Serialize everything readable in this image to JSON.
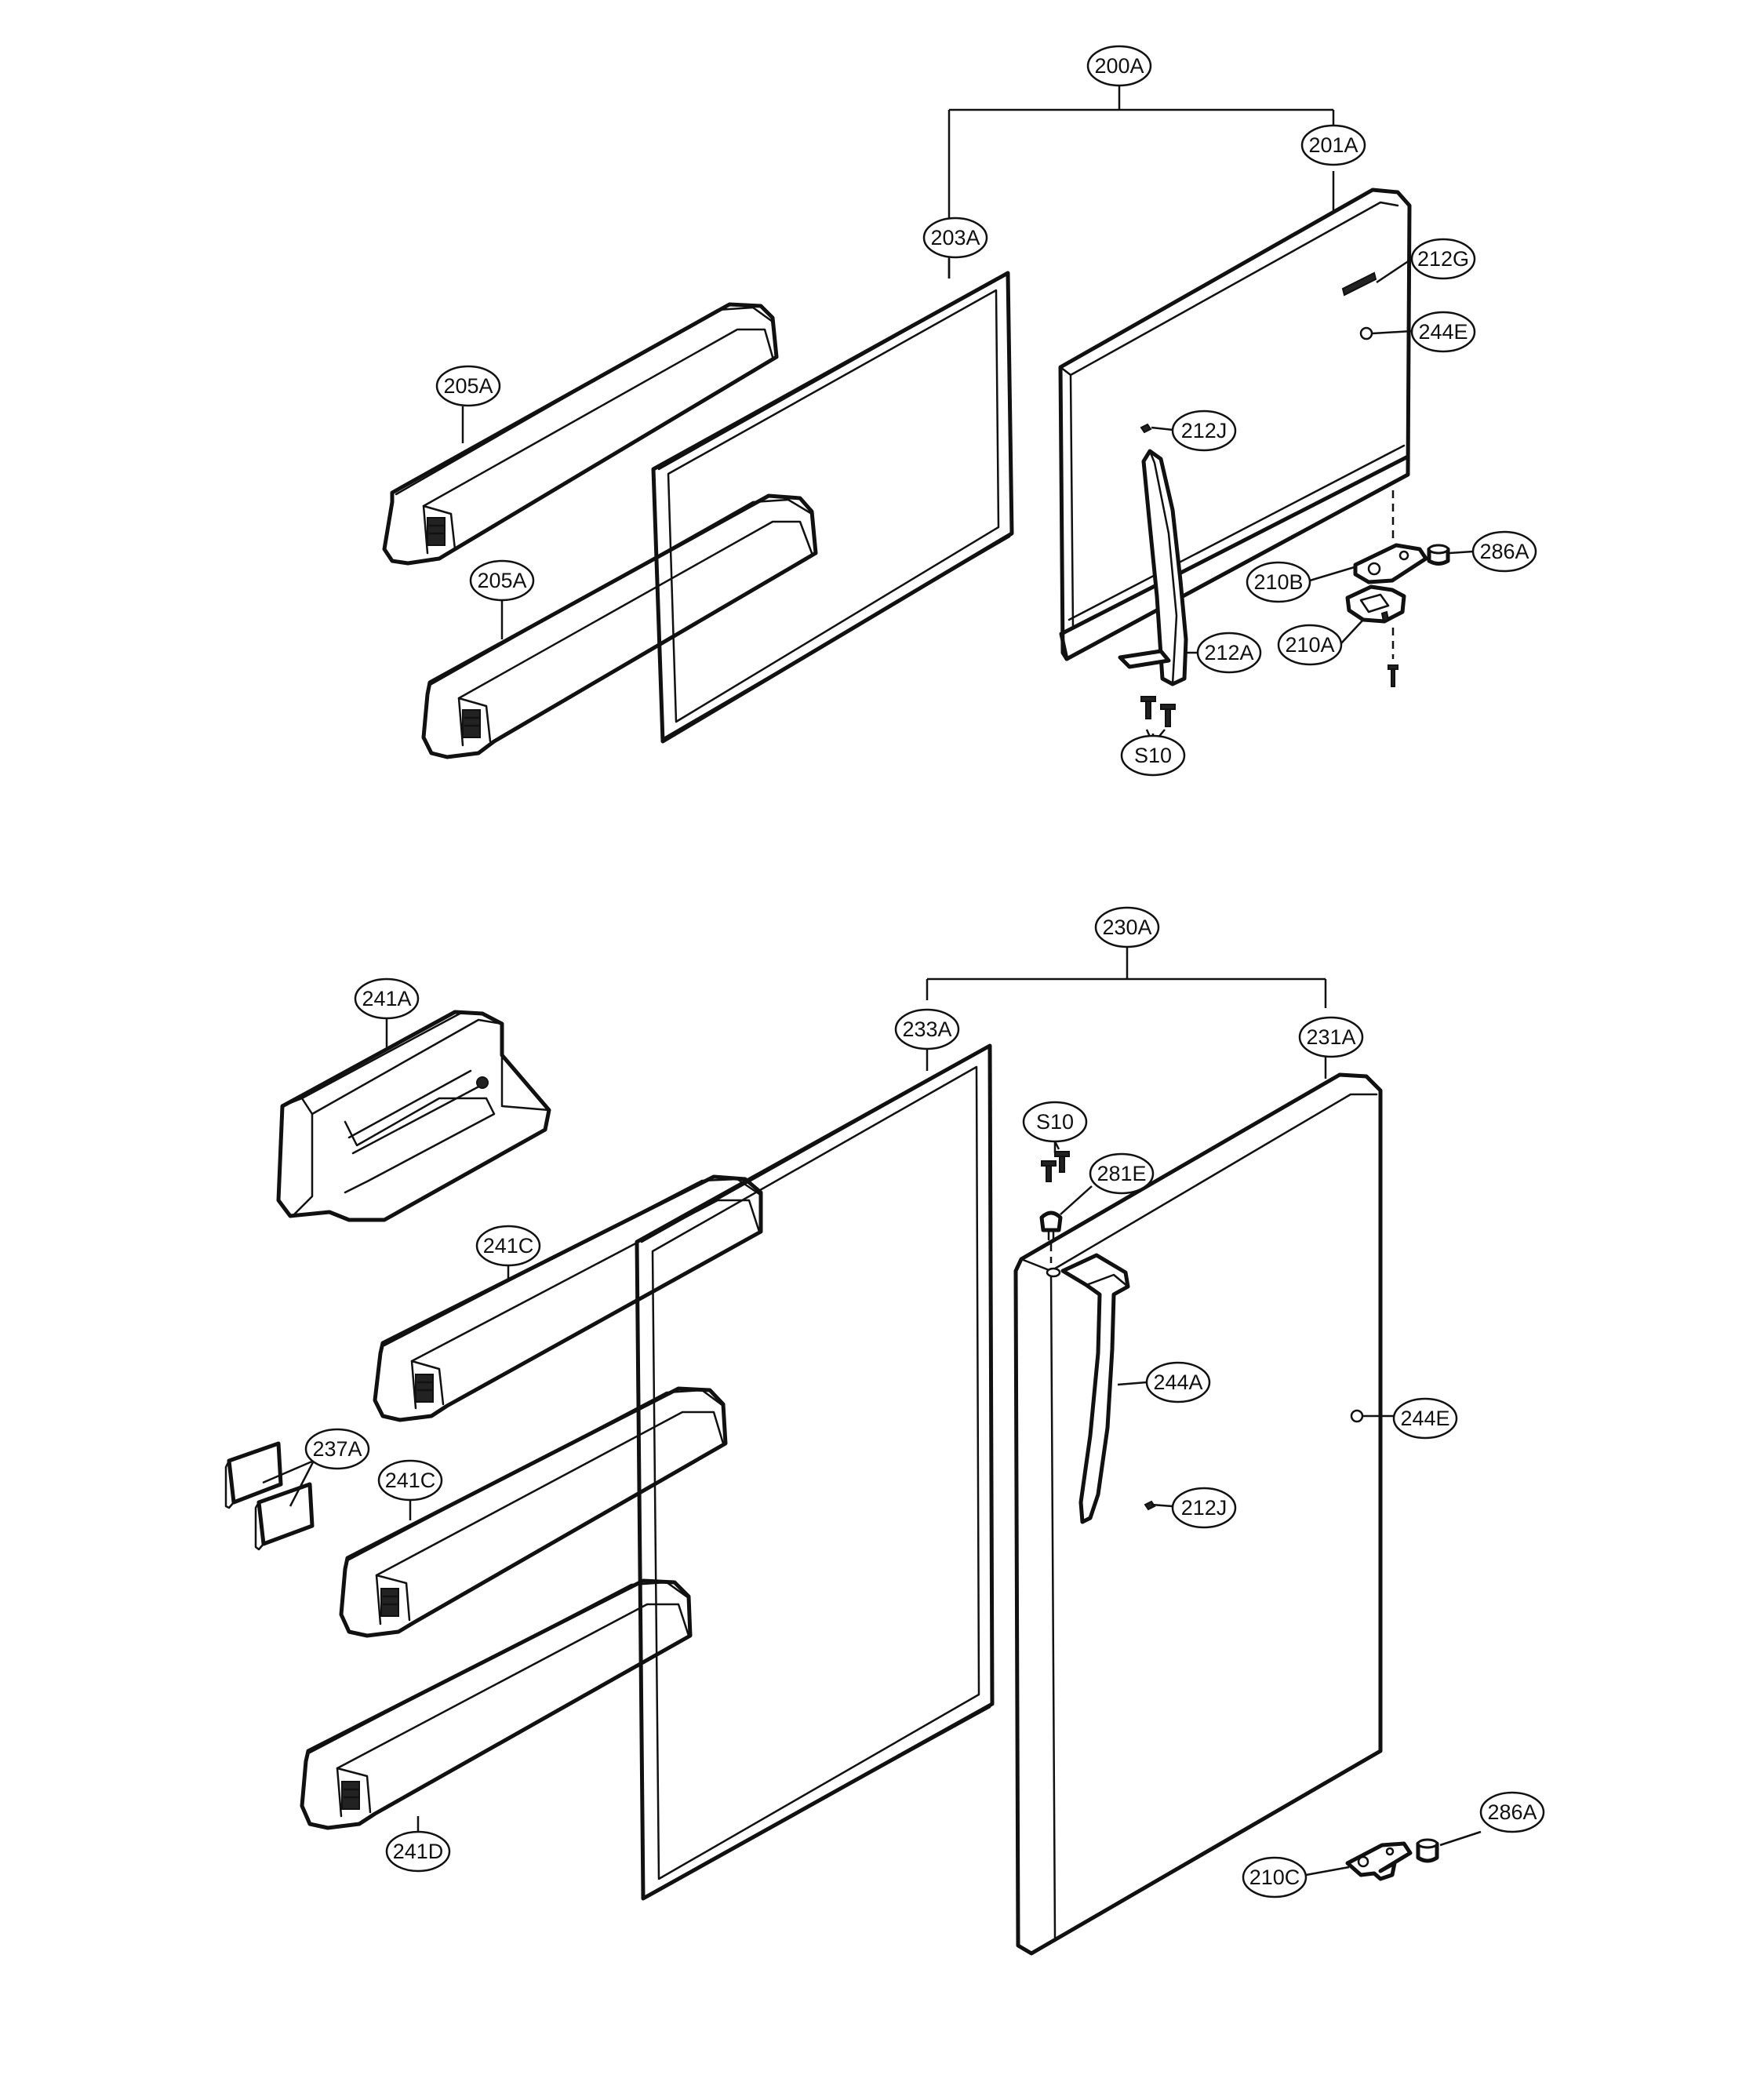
{
  "callouts": [
    {
      "id": "c200A",
      "label": "200A"
    },
    {
      "id": "c201A",
      "label": "201A"
    },
    {
      "id": "c203A",
      "label": "203A"
    },
    {
      "id": "c212G",
      "label": "212G"
    },
    {
      "id": "c244E_top",
      "label": "244E"
    },
    {
      "id": "c205A_1",
      "label": "205A"
    },
    {
      "id": "c212J_top",
      "label": "212J"
    },
    {
      "id": "c205A_2",
      "label": "205A"
    },
    {
      "id": "c286A_top",
      "label": "286A"
    },
    {
      "id": "c210B",
      "label": "210B"
    },
    {
      "id": "c210A",
      "label": "210A"
    },
    {
      "id": "c212A",
      "label": "212A"
    },
    {
      "id": "cS10_top",
      "label": "S10"
    },
    {
      "id": "c230A",
      "label": "230A"
    },
    {
      "id": "c241A",
      "label": "241A"
    },
    {
      "id": "c233A",
      "label": "233A"
    },
    {
      "id": "c231A",
      "label": "231A"
    },
    {
      "id": "cS10_bot",
      "label": "S10"
    },
    {
      "id": "c281E",
      "label": "281E"
    },
    {
      "id": "c241C_1",
      "label": "241C"
    },
    {
      "id": "c244A",
      "label": "244A"
    },
    {
      "id": "c244E_bot",
      "label": "244E"
    },
    {
      "id": "c237A",
      "label": "237A"
    },
    {
      "id": "c241C_2",
      "label": "241C"
    },
    {
      "id": "c212J_bot",
      "label": "212J"
    },
    {
      "id": "c286A_bot",
      "label": "286A"
    },
    {
      "id": "c241D",
      "label": "241D"
    },
    {
      "id": "c210C",
      "label": "210C"
    }
  ]
}
